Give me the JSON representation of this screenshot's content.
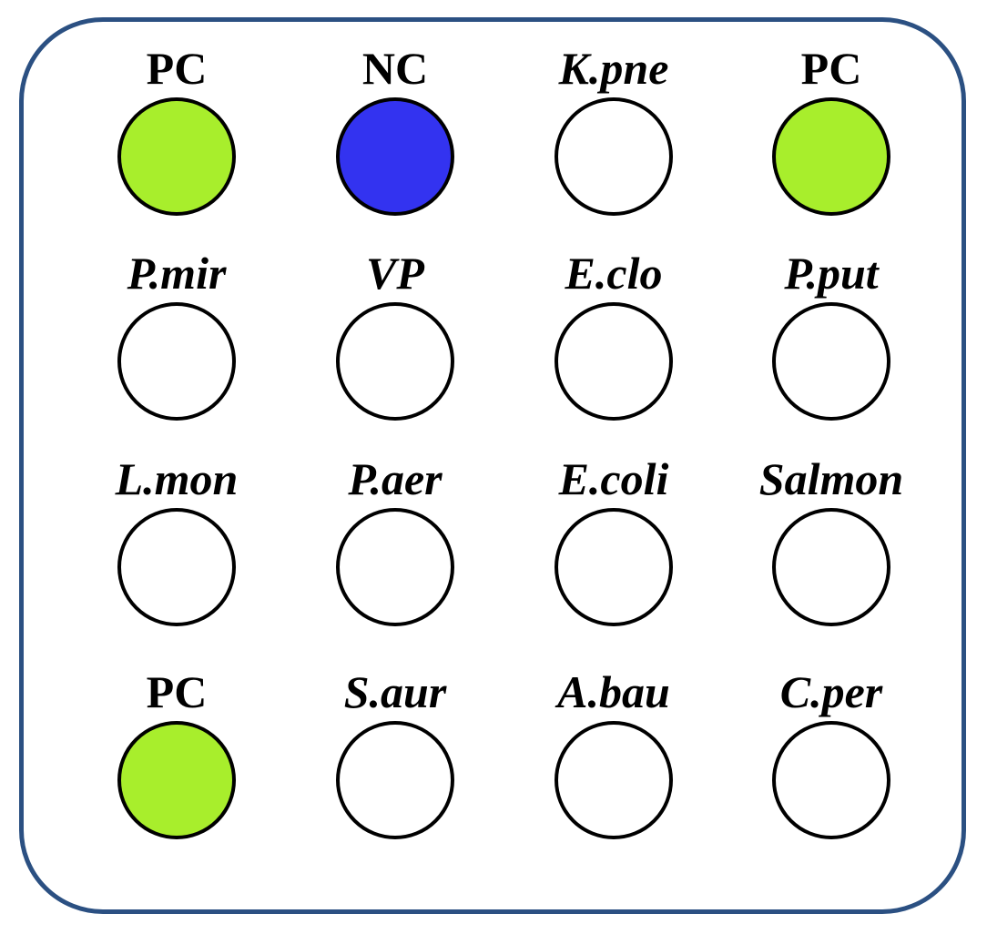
{
  "colors": {
    "border": "#2b5082",
    "positive_control": "#a8ee2c",
    "negative_control": "#3333f0",
    "empty": "#ffffff",
    "outline": "#000000"
  },
  "rows": [
    [
      {
        "label": "PC",
        "italic": false,
        "fill": "positive_control"
      },
      {
        "label": "NC",
        "italic": false,
        "fill": "negative_control"
      },
      {
        "label": "K.pne",
        "italic": true,
        "fill": "empty"
      },
      {
        "label": "PC",
        "italic": false,
        "fill": "positive_control"
      }
    ],
    [
      {
        "label": "P.mir",
        "italic": true,
        "fill": "empty"
      },
      {
        "label": "VP",
        "italic": true,
        "fill": "empty"
      },
      {
        "label": "E.clo",
        "italic": true,
        "fill": "empty"
      },
      {
        "label": "P.put",
        "italic": true,
        "fill": "empty"
      }
    ],
    [
      {
        "label": "L.mon",
        "italic": true,
        "fill": "empty"
      },
      {
        "label": "P.aer",
        "italic": true,
        "fill": "empty"
      },
      {
        "label": "E.coli",
        "italic": true,
        "fill": "empty"
      },
      {
        "label": "Salmon",
        "italic": true,
        "fill": "empty"
      }
    ],
    [
      {
        "label": "PC",
        "italic": false,
        "fill": "positive_control"
      },
      {
        "label": "S.aur",
        "italic": true,
        "fill": "empty"
      },
      {
        "label": "A.bau",
        "italic": true,
        "fill": "empty"
      },
      {
        "label": "C.per",
        "italic": true,
        "fill": "empty"
      }
    ]
  ]
}
